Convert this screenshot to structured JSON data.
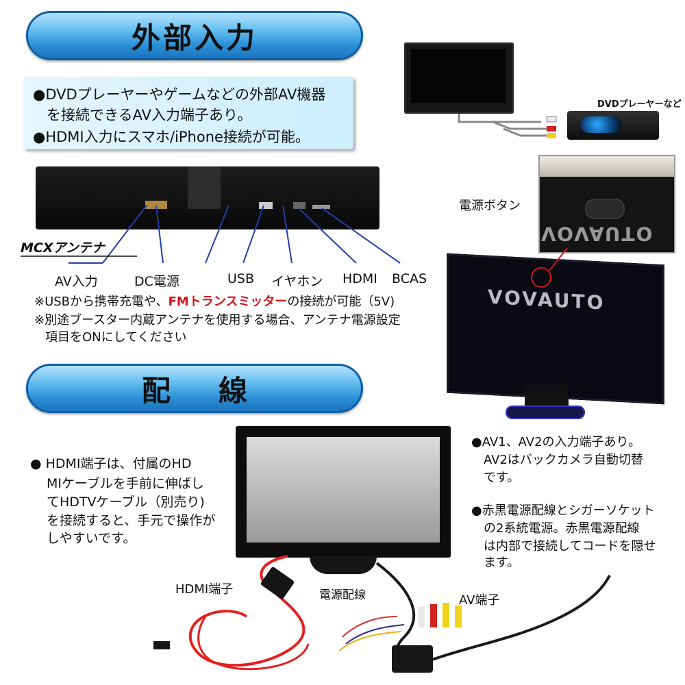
{
  "section1": {
    "title": "外部入力",
    "bullets": [
      "●DVDプレーヤーやゲームなどの外部AV機器",
      "を接続できるAV入力端子あり。",
      "●HDMI入力にスマホ/iPhone接続が可能。"
    ],
    "dvd_label": "DVDプレーヤーなど",
    "power_button_label": "電源ボタン",
    "antenna_label": "MCXアンテナ",
    "ports": [
      "AV入力",
      "DC電源",
      "USB",
      "イヤホン",
      "HDMI",
      "BCAS"
    ],
    "notes": {
      "note1_prefix": "※USBから携帯充電や、",
      "note1_highlight": "FMトランスミッター",
      "note1_suffix": "の接続が可能（5V)",
      "note2_line1": "※別途ブースター内蔵アンテナを使用する場合、アンテナ電源設定",
      "note2_line2": "項目をONにしてください"
    },
    "brand_text": "VOVAUTO"
  },
  "section2": {
    "title": "配線",
    "left_text": [
      "●  HDMI端子は、付属のHD",
      "MIケーブルを手前に伸ばし",
      "てHDTVケーブル（別売り)",
      "を接続すると、手元で操作が",
      "しやすいです。"
    ],
    "right_text": [
      "●AV1、AV2の入力端子あり。",
      "AV2はバックカメラ自動切替",
      "です。",
      "●赤黒電源配線とシガーソケット",
      "の2系統電源。赤黒電源配線",
      "は内部で接続してコードを隠せ",
      "ます。"
    ],
    "cable_labels": {
      "hdmi": "HDMI端子",
      "power": "電源配線",
      "av": "AV端子"
    }
  },
  "colors": {
    "accent_blue": "#2a8fd6",
    "highlight_red": "#d3141a",
    "info_box": "#d8f2fe"
  }
}
